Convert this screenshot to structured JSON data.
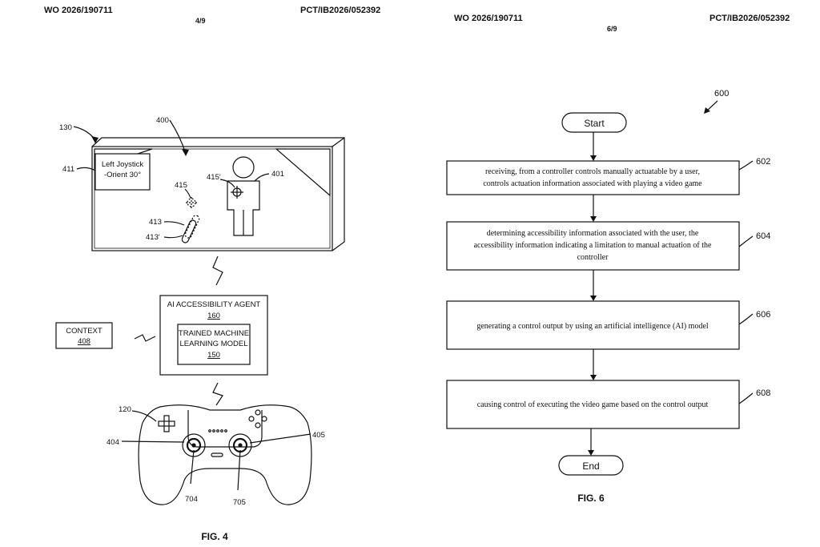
{
  "sheet_left": {
    "pub_no": "WO 2026/190711",
    "app_no": "PCT/IB2026/052392",
    "sheet": "4/9",
    "figure_label": "FIG. 4",
    "refs": {
      "display": "130",
      "screen": "400",
      "avatar": "401",
      "target": "415",
      "target_prime": "415'",
      "info_box": "411",
      "item_a": "413",
      "item_b": "413'",
      "controller": "120",
      "left_stick": "404",
      "right_stick": "405",
      "left_stick_ref": "704",
      "right_stick_ref": "705"
    },
    "info_box": {
      "line1": "Left Joystick",
      "line2": "-Orient 30°"
    },
    "agent": {
      "title": "AI ACCESSIBILITY AGENT",
      "ref": "160"
    },
    "model": {
      "line1": "TRAINED MACHINE",
      "line2": "LEARNING MODEL",
      "ref": "150"
    },
    "context": {
      "label": "CONTEXT",
      "ref": "408"
    }
  },
  "sheet_right": {
    "pub_no": "WO 2026/190711",
    "app_no": "PCT/IB2026/052392",
    "sheet": "6/9",
    "figure_label": "FIG. 6",
    "flow_ref": "600",
    "start": "Start",
    "end": "End",
    "steps": [
      {
        "ref": "602",
        "lines": [
          "receiving, from a controller controls manually actuatable by a user,",
          "controls actuation information associated with playing a video game"
        ]
      },
      {
        "ref": "604",
        "lines": [
          "determining accessibility information associated with the user, the",
          "accessibility information indicating a limitation to manual actuation of the",
          "controller"
        ]
      },
      {
        "ref": "606",
        "lines": [
          "generating a control output by using an artificial intelligence (AI) model"
        ]
      },
      {
        "ref": "608",
        "lines": [
          "causing control of executing the video game based on the control output"
        ]
      }
    ]
  }
}
